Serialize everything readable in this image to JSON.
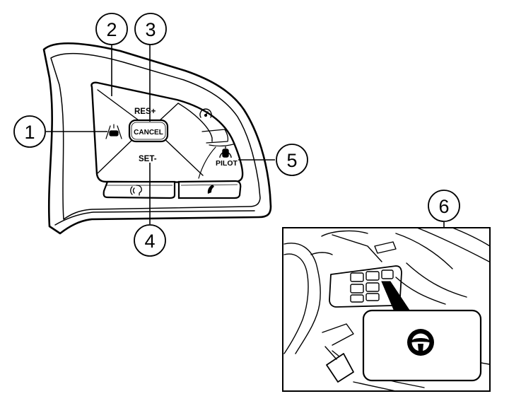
{
  "callouts": [
    "1",
    "2",
    "3",
    "4",
    "5",
    "6"
  ],
  "switch": {
    "res_label": "RES+",
    "cancel_label": "CANCEL",
    "set_label": "SET-",
    "pilot_label": "PILOT"
  },
  "icons": {
    "lane": "lane-keep-icon",
    "distance": "distance-gauge-icon",
    "pilot": "propilot-car-icon",
    "voice": "voice-command-icon",
    "phone": "phone-icon",
    "steering": "steering-wheel-icon"
  },
  "colors": {
    "line": "#000000",
    "background": "#ffffff",
    "panel": "#ffffff"
  }
}
